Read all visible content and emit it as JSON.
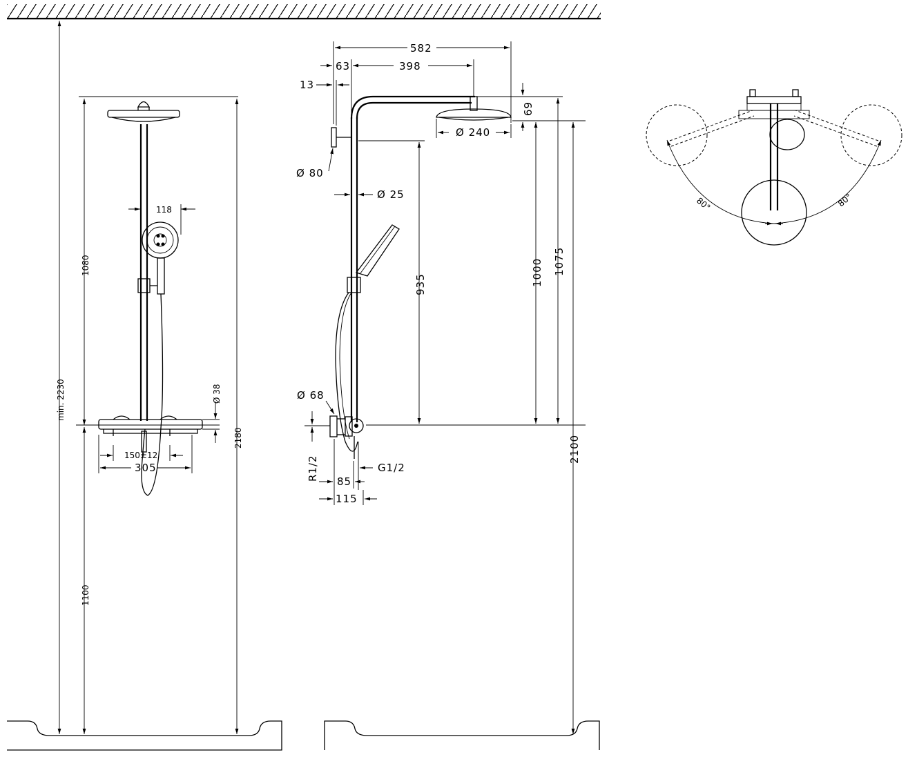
{
  "front_view": {
    "dim_total_min": "min. 2230",
    "dim_upper": "1080",
    "dim_lower": "1100",
    "dim_overall": "2180",
    "dim_handshower": "118",
    "dim_pipe_dia": "Ø 38",
    "dim_spacing": "150±12",
    "dim_width": "305"
  },
  "side_view": {
    "dim_reach": "582",
    "dim_arm": "398",
    "dim_offset": "63",
    "dim_wall": "13",
    "dim_head_height": "69",
    "dim_head_dia": "Ø 240",
    "dim_rosette": "Ø 80",
    "dim_pipe": "Ø 25",
    "dim_935": "935",
    "dim_1000": "1000",
    "dim_1075": "1075",
    "dim_2100": "2100",
    "dim_inlet_dia": "Ø 68",
    "dim_r12": "R1/2",
    "dim_g12": "G1/2",
    "dim_85": "85",
    "dim_115": "115"
  },
  "top_view": {
    "angle_left": "80°",
    "angle_right": "80°"
  }
}
